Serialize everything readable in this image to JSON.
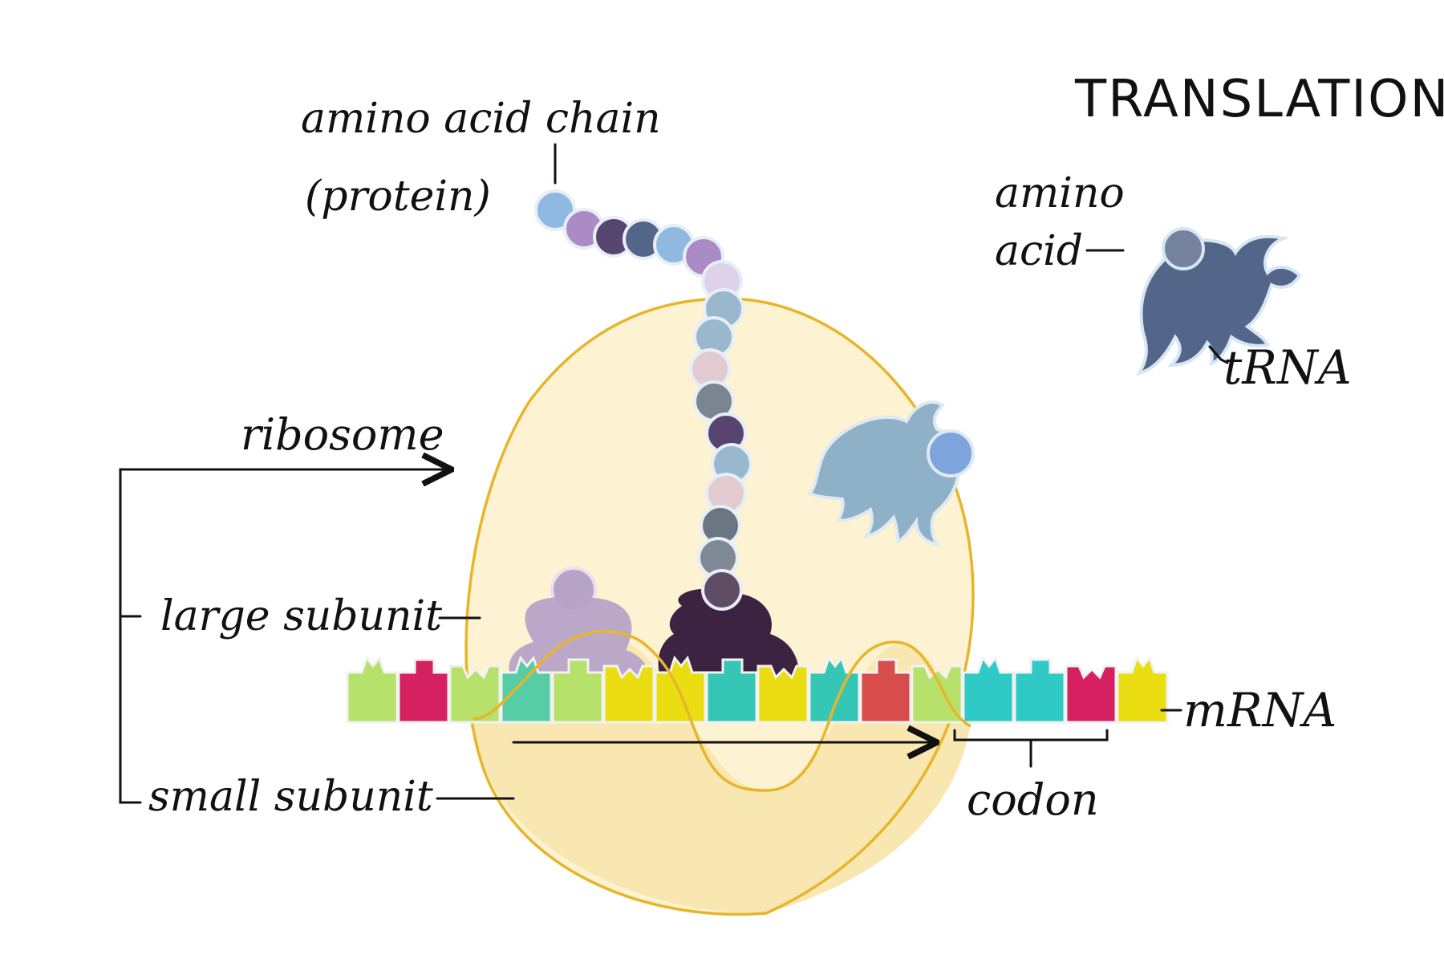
{
  "title": "TRANSLATION",
  "labels": {
    "chain_line1": "amino acid chain",
    "chain_line2": "(protein)",
    "amino_line1": "amino",
    "amino_line2": "acid",
    "trna": "tRNA",
    "ribosome": "ribosome",
    "large_subunit": "large subunit",
    "small_subunit": "small subunit",
    "mrna": "mRNA",
    "codon": "codon"
  },
  "colors": {
    "ribosome_outline": "#e8b52a",
    "ribosome_fill": "#fdf3d3",
    "small_subunit_fill": "#f9e7b2",
    "trna_free": "#53668a",
    "trna_entering": "#8fb1c8",
    "trna_left": "#b7a3c7",
    "trna_right": "#3d2342"
  },
  "amino_acid_chain": [
    "#8fb9e0",
    "#ab8bc6",
    "#574570",
    "#53668a",
    "#8fb9e0",
    "#ab8bc6",
    "#ddd2ea",
    "#99b7cd",
    "#99b7cd",
    "#e2cad1",
    "#7b8592",
    "#574570",
    "#99b7cd",
    "#e2cad1",
    "#6b7684",
    "#808a96",
    "#614c66"
  ],
  "mrna_nucleotides": [
    "#b6e26b",
    "#d5215f",
    "#b6e26b",
    "#56cda5",
    "#b6e26b",
    "#eadd12",
    "#eadd12",
    "#36c6b6",
    "#eadd12",
    "#36c6b6",
    "#d94c4c",
    "#b6e26b",
    "#2fcac6",
    "#2fcac6",
    "#d5215f",
    "#eadd12"
  ]
}
